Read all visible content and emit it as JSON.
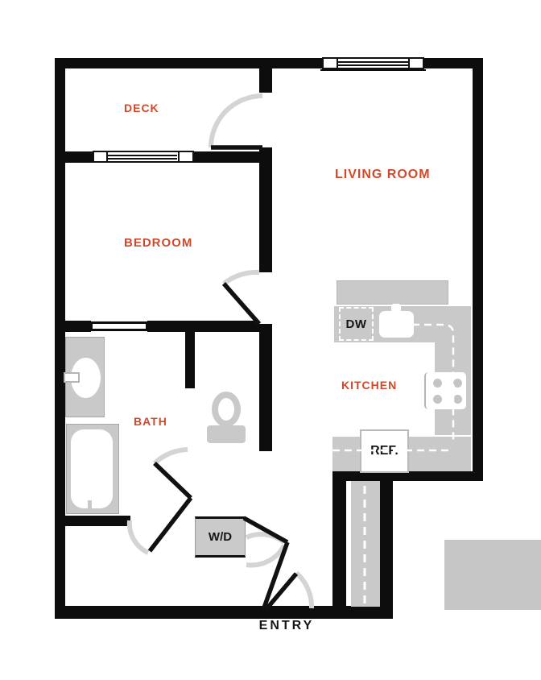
{
  "floorplan": {
    "rooms": {
      "deck": "DECK",
      "bedroom": "BEDROOM",
      "living_room": "LIVING ROOM",
      "kitchen": "KITCHEN",
      "bath": "BATH"
    },
    "appliances": {
      "dishwasher": "DW",
      "refrigerator": "REF.",
      "washer_dryer": "W/D"
    },
    "entry_label": "ENTRY",
    "colors": {
      "background": "#ffffff",
      "wall": "#0d0d0d",
      "room_label_red": "#d0492b",
      "fixture_gray": "#c9c9c9",
      "door_arc_gray": "#d4d4d4",
      "appliance_text": "#161616",
      "balcony_slab_gray": "#c6c6c6"
    }
  }
}
